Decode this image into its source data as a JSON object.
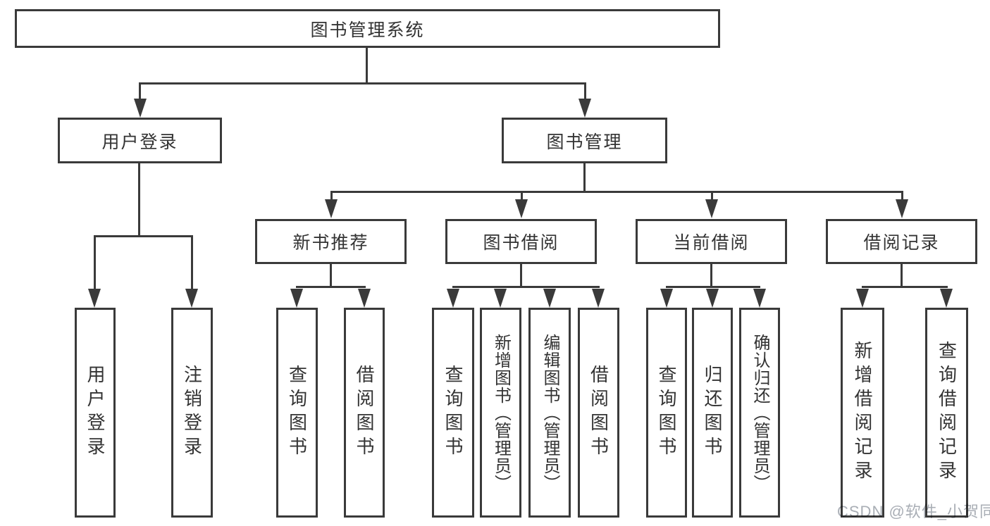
{
  "title": "图书管理系统",
  "watermark": "CSDN @软件_小贺同学",
  "colors": {
    "line": "#3a3a3a",
    "text": "#333333",
    "watermark": "#a9aeb5",
    "background": "#ffffff"
  },
  "nodes": {
    "root": "图书管理系统",
    "branches": [
      {
        "label": "用户登录",
        "leaves": [
          "用户登录",
          "注销登录"
        ]
      },
      {
        "label": "图书管理",
        "groups": [
          {
            "label": "新书推荐",
            "leaves": [
              "查询图书",
              "借阅图书"
            ]
          },
          {
            "label": "图书借阅",
            "leaves": [
              "查询图书",
              "新增图书（管理员）",
              "编辑图书（管理员）",
              "借阅图书"
            ]
          },
          {
            "label": "当前借阅",
            "leaves": [
              "查询图书",
              "归还图书",
              "确认归还（管理员）"
            ]
          },
          {
            "label": "借阅记录",
            "leaves": [
              "新增借阅记录",
              "查询借阅记录"
            ]
          }
        ]
      }
    ]
  }
}
